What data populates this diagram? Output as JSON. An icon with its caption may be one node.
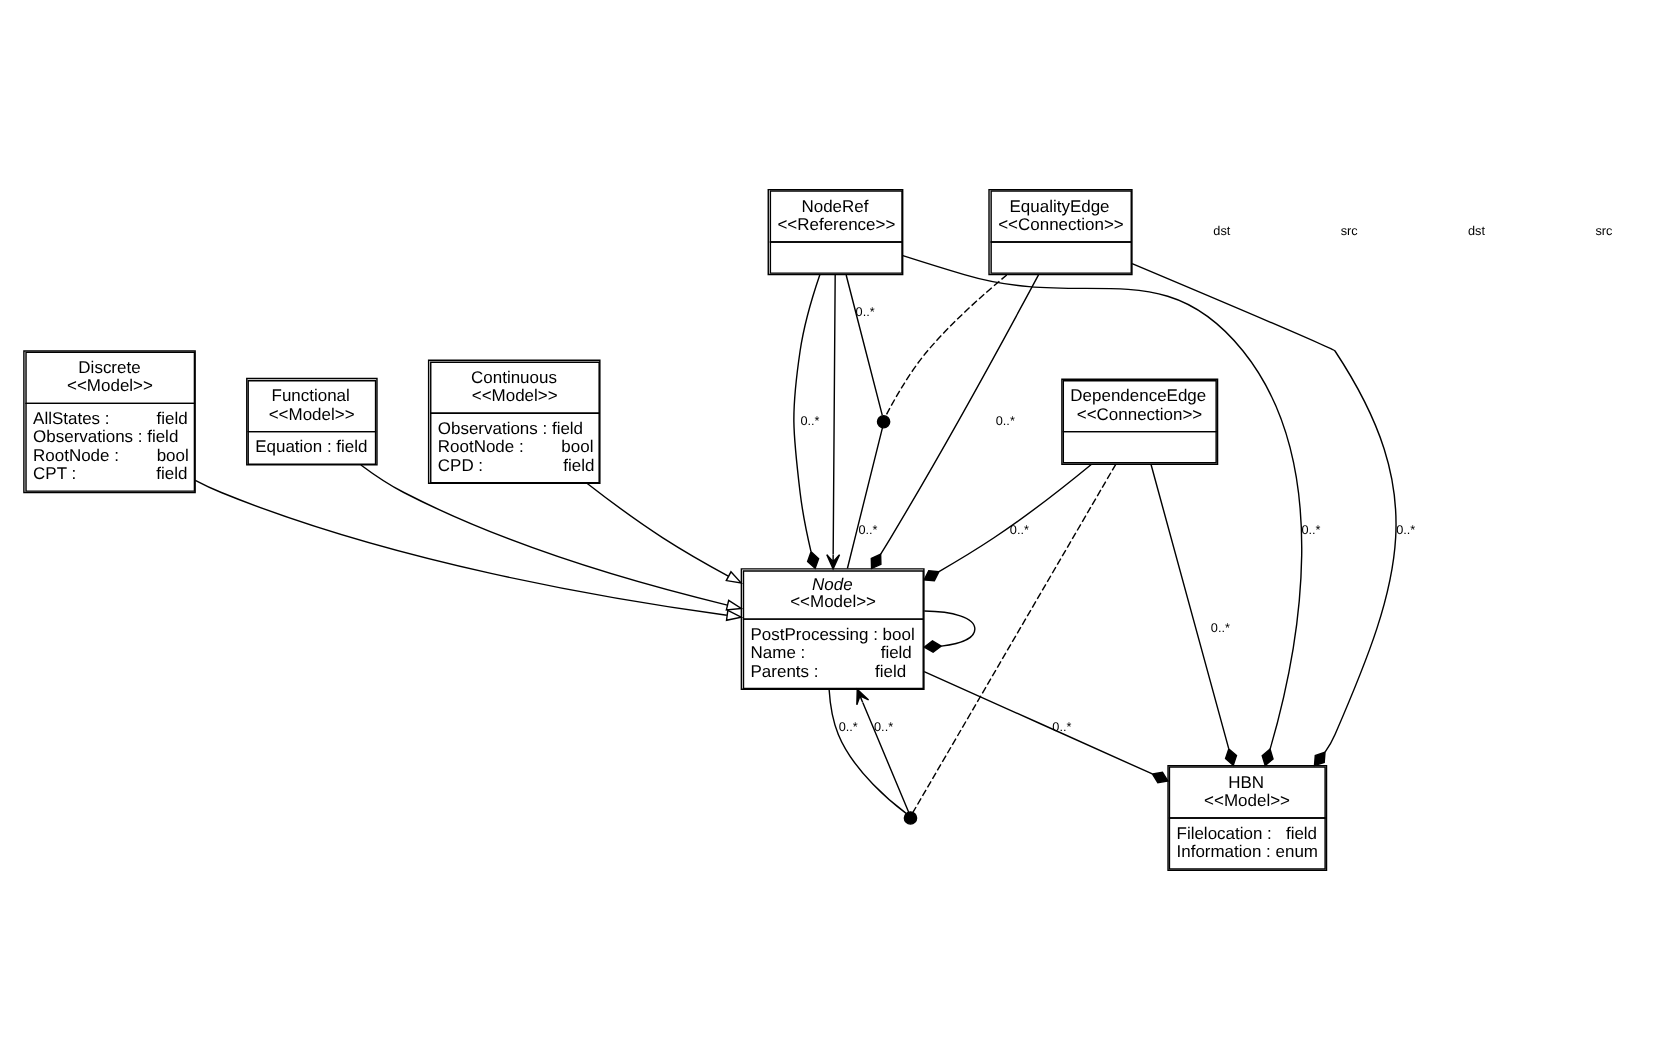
{
  "diagram": {
    "nodes": [
      {
        "text": [
          "HBN",
          "<<Model>>",
          "Filelocation :   field",
          "Information : enum"
        ]
      },
      {
        "text": [
          "EqualityEdge",
          "<<Connection>>"
        ]
      },
      {
        "text": [
          "DependenceEdge",
          "<<Connection>>"
        ]
      },
      {
        "text": [
          "Node",
          "<<Model>>",
          "PostProcessing : bool",
          "Name :                field",
          "Parents :            field"
        ]
      },
      {
        "text": [
          "NodeRef",
          "<<Reference>>"
        ]
      },
      {
        "text": [],
        "shape": "circle"
      },
      {
        "text": [],
        "shape": "circle"
      },
      {
        "text": [
          "Discrete",
          "<<Model>>",
          "AllStates :          field",
          "Observations : field",
          "RootNode :        bool",
          "CPT :                 field"
        ]
      },
      {
        "text": [
          "Continuous",
          "<<Model>>",
          "Observations : field",
          "RootNode :        bool",
          "CPD :                 field"
        ]
      },
      {
        "text": [
          "Functional",
          "<<Model>>",
          "Equation : field"
        ]
      }
    ],
    "edges": [
      {
        "from": 4,
        "to": 0,
        "arrow": "other",
        "label": "0..*"
      },
      {
        "from": 1,
        "to": 0,
        "arrow": "other",
        "label": "0..*"
      },
      {
        "from": 1,
        "to": 3,
        "arrow": "other",
        "label": "0..*"
      },
      {
        "from": 4,
        "to": 5,
        "arrow": "none",
        "label": "0..*"
      },
      {
        "from": 5,
        "to": 3,
        "arrow": "none",
        "label": "0..*"
      },
      {
        "from": 1,
        "to": 5,
        "arrow": "none",
        "style": "dashed"
      },
      {
        "from": 4,
        "to": 3,
        "arrow": "to"
      },
      {
        "from": 4,
        "to": 3,
        "arrow": "other",
        "label": "0..*"
      },
      {
        "from": 2,
        "to": 0,
        "arrow": "other",
        "label": "0..*"
      },
      {
        "from": 2,
        "to": 3,
        "arrow": "other",
        "label": "0..*"
      },
      {
        "from": 3,
        "to": 0,
        "arrow": "other",
        "label": "0..*"
      },
      {
        "from": 6,
        "to": 3,
        "arrow": "to",
        "label": "0..*"
      },
      {
        "from": 3,
        "to": 6,
        "arrow": "none",
        "label": "0..*"
      },
      {
        "from": 3,
        "to": 3,
        "arrow": "other"
      },
      {
        "from": 2,
        "to": 6,
        "arrow": "none",
        "style": "dashed"
      },
      {
        "from": 7,
        "to": 3,
        "arrow": "to"
      },
      {
        "from": 8,
        "to": 3,
        "arrow": "to"
      },
      {
        "from": 9,
        "to": 3,
        "arrow": "to"
      }
    ],
    "labels": [
      "dst",
      "src",
      "dst",
      "src"
    ]
  }
}
